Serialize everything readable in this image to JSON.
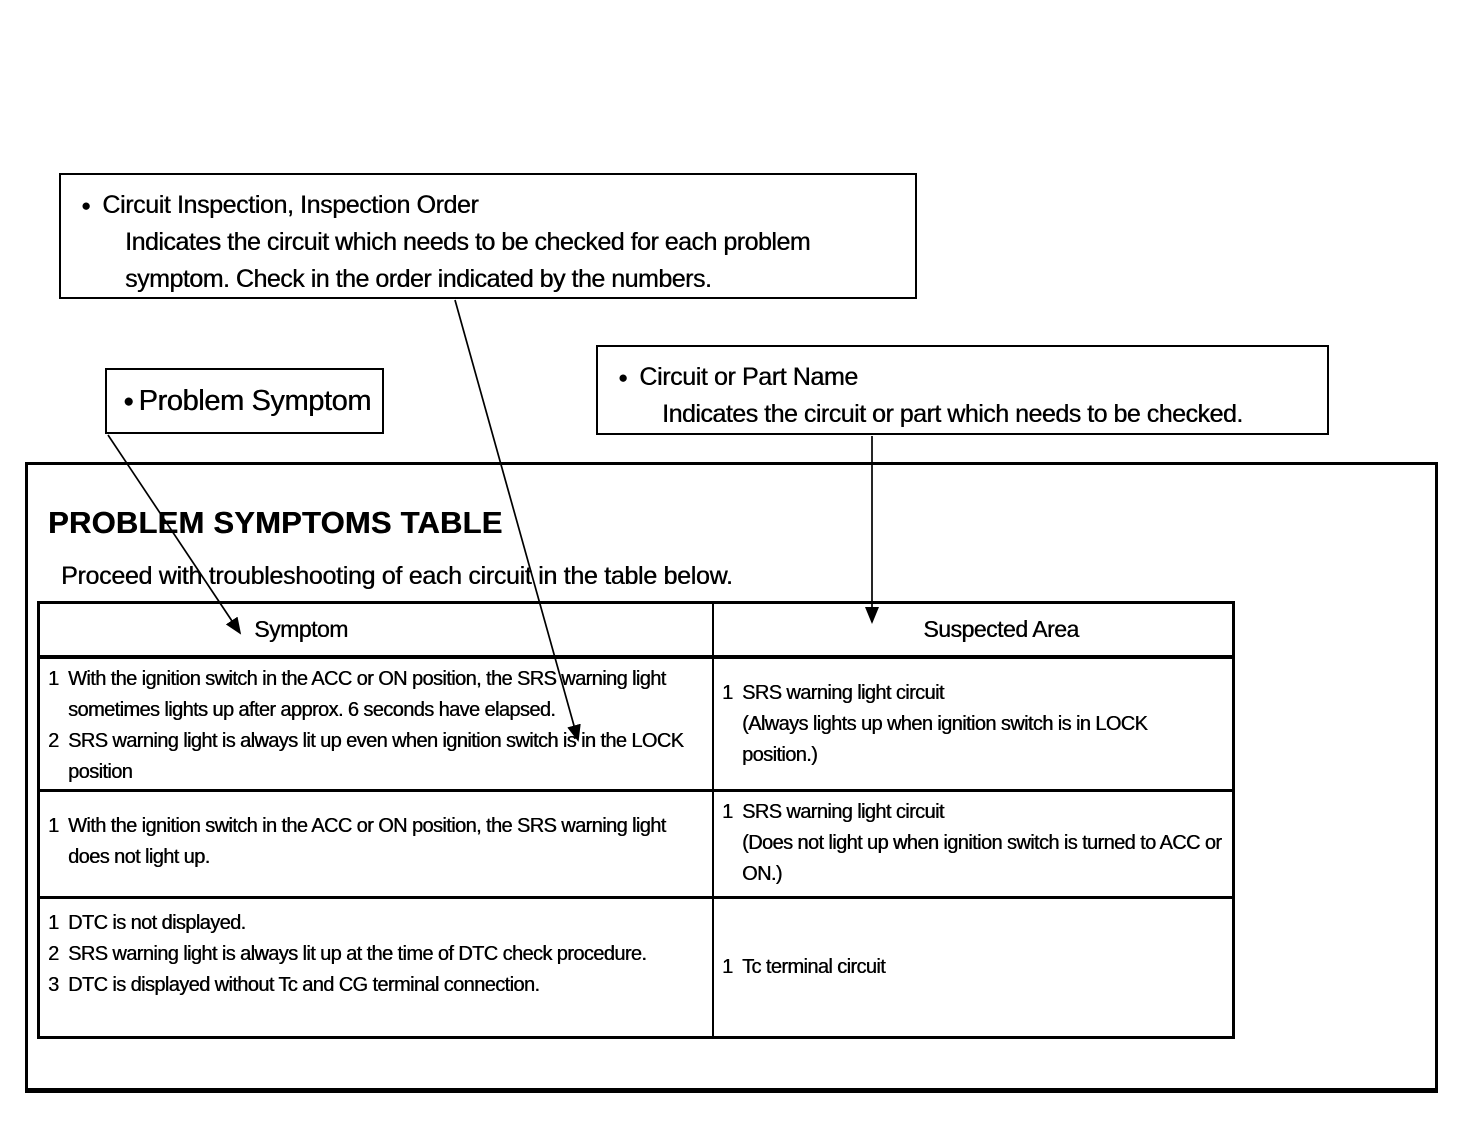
{
  "callouts": {
    "circuit_inspection": {
      "bullet": "●",
      "title": "Circuit Inspection, Inspection Order",
      "description": "Indicates the circuit which needs to be checked for each problem symptom. Check in the order indicated by the numbers."
    },
    "problem_symptom": {
      "bullet": "●",
      "title": "Problem Symptom"
    },
    "circuit_or_part_name": {
      "bullet": "●",
      "title": "Circuit or Part Name",
      "description": "Indicates the circuit or part which needs to be checked."
    }
  },
  "main": {
    "title": "PROBLEM SYMPTOMS TABLE",
    "subtitle": "Proceed with troubleshooting of each circuit in the table below.",
    "table": {
      "headers": {
        "symptom": "Symptom",
        "suspected_area": "Suspected Area"
      },
      "rows": [
        {
          "symptoms": [
            {
              "num": "1",
              "text": "With the ignition switch in the ACC or ON position, the SRS warning light sometimes lights up after approx. 6 seconds have elapsed."
            },
            {
              "num": "2",
              "text": "SRS warning light is always lit up even when ignition switch is in the LOCK position"
            }
          ],
          "suspected": [
            {
              "num": "1",
              "name": "SRS warning light circuit",
              "note": "(Always lights up when ignition switch is in LOCK position.)"
            }
          ]
        },
        {
          "symptoms": [
            {
              "num": "1",
              "text": "With the ignition switch in the ACC or ON position, the SRS warning light does not light up."
            }
          ],
          "suspected": [
            {
              "num": "1",
              "name": "SRS warning light circuit",
              "note": "(Does not light up when ignition switch is turned to ACC or ON.)"
            }
          ]
        },
        {
          "symptoms": [
            {
              "num": "1",
              "text": "DTC is not displayed."
            },
            {
              "num": "2",
              "text": "SRS warning light is always lit up at the time of DTC check procedure."
            },
            {
              "num": "3",
              "text": "DTC is displayed without Tc and CG terminal connection."
            }
          ],
          "suspected": [
            {
              "num": "1",
              "name": "Tc terminal circuit"
            }
          ]
        }
      ]
    }
  }
}
